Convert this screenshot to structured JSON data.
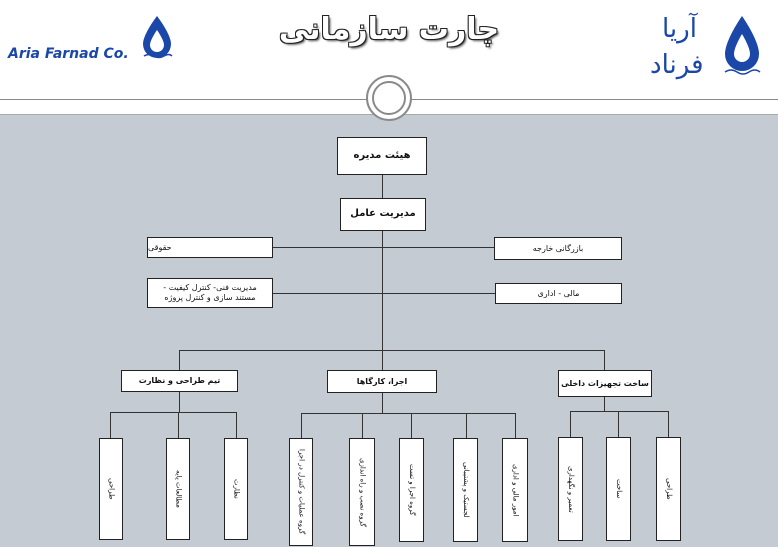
{
  "header": {
    "title": "چارت سازمانی",
    "brand_en": "Aria Farnad Co.",
    "brand_fa_top": "آریا",
    "brand_fa_bottom": "فرناد"
  },
  "colors": {
    "brand": "#1a47a8",
    "background": "#c5cbd3",
    "node_fill": "#ffffff",
    "line": "#333333"
  },
  "org": {
    "board": "هیئت مدیره",
    "ceo": "مدیریت عامل",
    "legal": "حقوقی",
    "foreign_trade": "بازرگانی خارجه",
    "technical": "مدیریت فنی- کنترل کیفیت - مستند سازی و کنترل پروژه",
    "finance": "مالی - اداری",
    "design_team": "تیم طراحی و نظارت",
    "execution": "اجرا، کارگاها",
    "internal_equipment": "ساخت تجهیزات داخلی",
    "design_sub": [
      "طراحی",
      "مطالعات پایه",
      "نظارت"
    ],
    "execution_sub": [
      "گروه عملیات و کنترل در اجرا",
      "گروه نصب و راه اندازی",
      "گروه اجرا و تست",
      "لجستیک و پشتیبانی",
      "امور مالی و اداری"
    ],
    "equipment_sub": [
      "تعمیر و نگهداری",
      "ساخت",
      "طراحی"
    ]
  }
}
